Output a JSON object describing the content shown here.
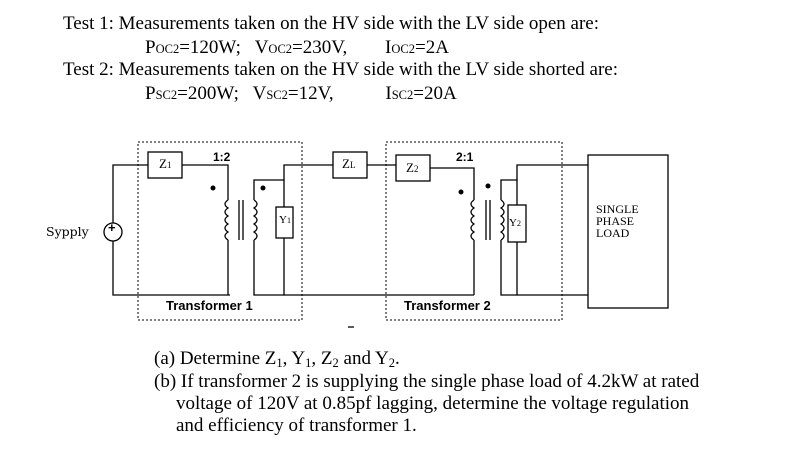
{
  "tests": {
    "test1": {
      "heading": "Test 1: Measurements taken on the HV side with the LV side open are:",
      "p_label": "P",
      "p_sub": "OC2",
      "p_value": "=120W;",
      "v_label": "V",
      "v_sub": "OC2",
      "v_value": "=230V,",
      "i_label": "I",
      "i_sub": "OC2",
      "i_value": "=2A"
    },
    "test2": {
      "heading": "Test 2: Measurements taken on the HV side with the LV side shorted are:",
      "p_label": "P",
      "p_sub": "SC2",
      "p_value": "=200W;",
      "v_label": "V",
      "v_sub": "SC2",
      "v_value": "=12V,",
      "i_label": "I",
      "i_sub": "SC2",
      "i_value": "=20A"
    }
  },
  "circuit": {
    "supply_label": "Sypply",
    "supply_symbol": "+",
    "z1": "Z",
    "z1_sub": "1",
    "y1": "Y",
    "y1_sub": "1",
    "zl": "Z",
    "zl_sub": "L",
    "z2": "Z",
    "z2_sub": "2",
    "y2": "Y",
    "y2_sub": "2",
    "ratio1": "1:2",
    "ratio2": "2:1",
    "transformer1": "Transformer 1",
    "transformer2": "Transformer 2",
    "load_line1": "SINGLE",
    "load_line2": "PHASE",
    "load_line3": "LOAD"
  },
  "questions": {
    "a_prefix": "(a) Determine Z",
    "a_s1": "1",
    "a_t1": ", Y",
    "a_s2": "1",
    "a_t2": ",  Z",
    "a_s3": "2",
    "a_t3": " and Y",
    "a_s4": "2",
    "a_t4": ".",
    "b_line1": "(b) If transformer 2 is supplying the single phase load of 4.2kW at rated",
    "b_line2": "voltage of 120V at 0.85pf lagging, determine the voltage regulation",
    "b_line3": "and efficiency of transformer 1."
  }
}
